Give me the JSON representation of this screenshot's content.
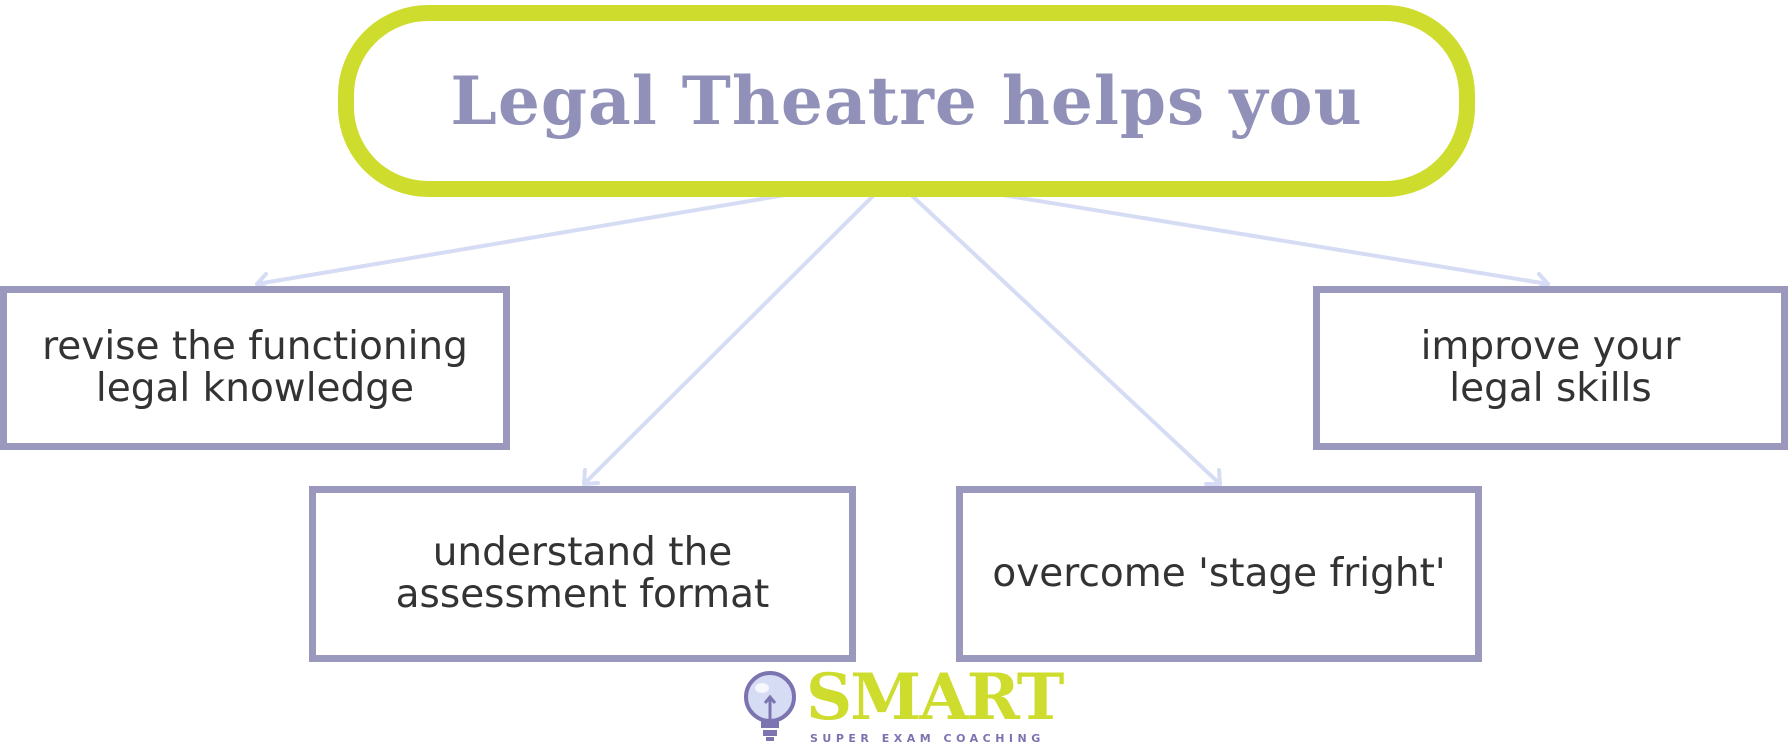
{
  "title": "Legal Theatre helps you",
  "items": [
    {
      "text": "revise the functioning\nlegal knowledge"
    },
    {
      "text": "improve your\nlegal skills"
    },
    {
      "text": "understand the\nassessment format"
    },
    {
      "text": "overcome 'stage fright'"
    }
  ],
  "logo": {
    "word": "SMART",
    "tagline": "SUPER EXAM COACHING"
  },
  "colors": {
    "accent": "#cddc2d",
    "box_border": "#9a98bc",
    "title_text": "#9090b8",
    "arrow": "#d6dcf4",
    "logo_purple": "#7b74b0"
  }
}
